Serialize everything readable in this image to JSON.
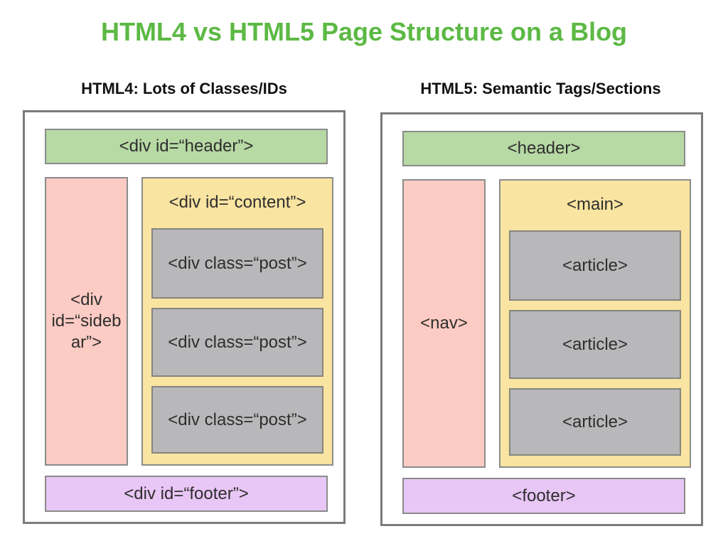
{
  "title": "HTML4 vs HTML5 Page Structure on a Blog",
  "colors": {
    "title_green": "#5cb944",
    "box_green": "#b7d9a4",
    "box_pink": "#fccbc3",
    "box_yellow": "#f9e4a1",
    "box_gray": "#b8b8ba",
    "box_purple": "#e8c6f5"
  },
  "panels": [
    {
      "heading": "HTML4: Lots of Classes/IDs",
      "header_label": "<div id=“header”>",
      "side_label": "<div\nid=“sideb\nar”>",
      "content_label": "<div id=“content”>",
      "items": [
        "<div class=“post”>",
        "<div class=“post”>",
        "<div class=“post”>"
      ],
      "footer_label": "<div id=“footer”>"
    },
    {
      "heading": "HTML5: Semantic Tags/Sections",
      "header_label": "<header>",
      "side_label": "<nav>",
      "content_label": "<main>",
      "items": [
        "<article>",
        "<article>",
        "<article>"
      ],
      "footer_label": "<footer>"
    }
  ]
}
